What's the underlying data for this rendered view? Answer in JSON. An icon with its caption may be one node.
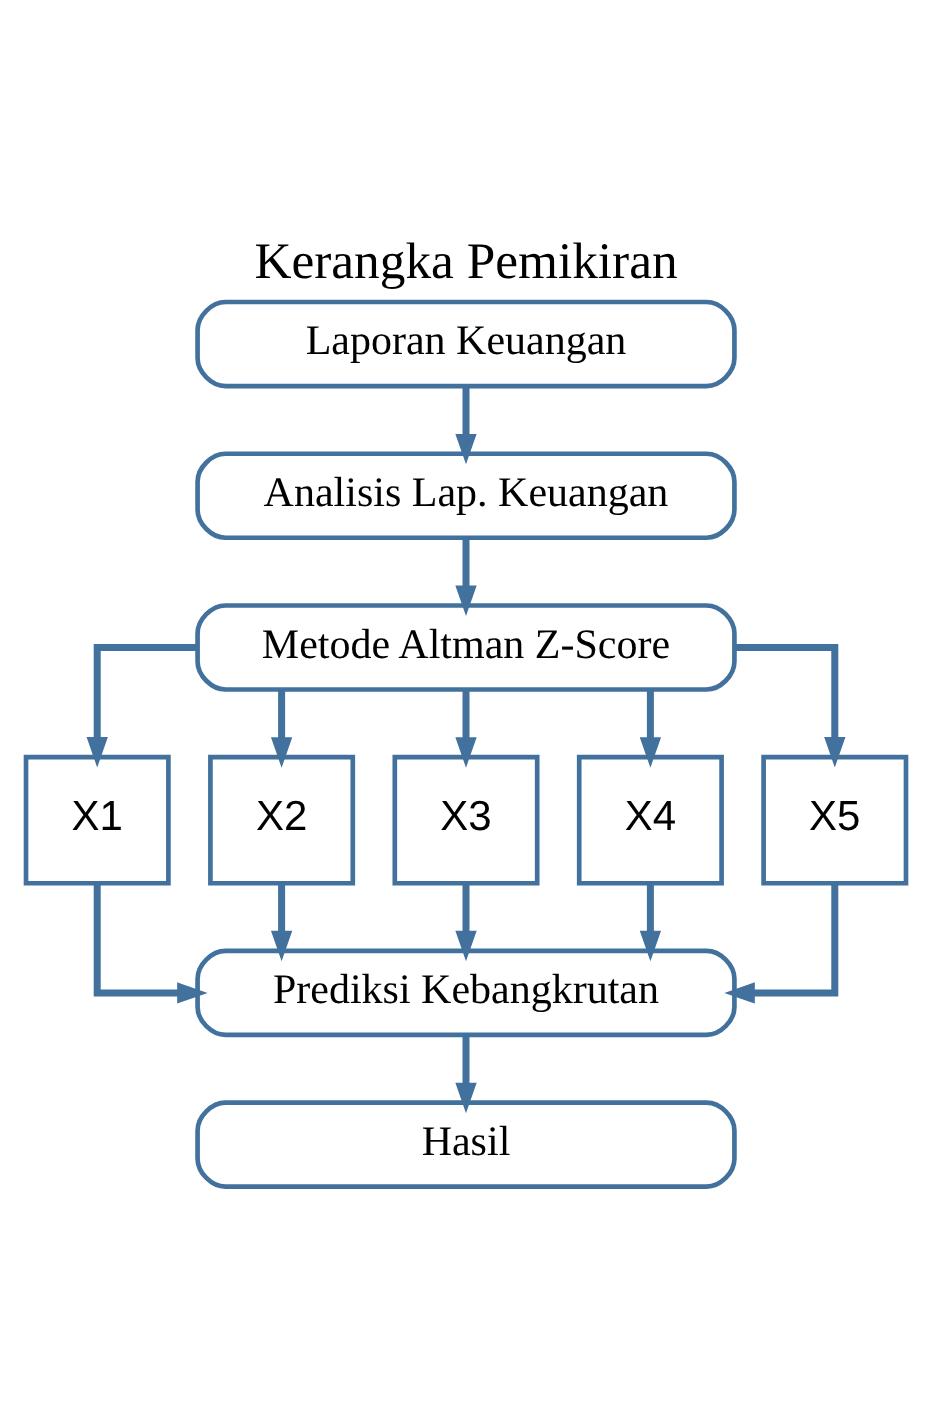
{
  "diagram": {
    "title": "Kerangka Pemikiran",
    "nodes": [
      {
        "text": [
          "Laporan Keuangan"
        ]
      },
      {
        "text": [
          "Analisis Lap. Keuangan"
        ]
      },
      {
        "text": [
          "Metode Altman Z-Score"
        ]
      },
      {
        "text": [
          "X1"
        ]
      },
      {
        "text": [
          "X2"
        ]
      },
      {
        "text": [
          "X3"
        ]
      },
      {
        "text": [
          "X4"
        ]
      },
      {
        "text": [
          "X5"
        ]
      },
      {
        "text": [
          "Prediksi Kebangkrutan"
        ]
      },
      {
        "text": [
          "Hasil"
        ]
      }
    ],
    "edges": [
      {
        "from": 0,
        "to": 1,
        "arrow": "to"
      },
      {
        "from": 1,
        "to": 2,
        "arrow": "to"
      },
      {
        "from": 2,
        "to": 3,
        "arrow": "to"
      },
      {
        "from": 2,
        "to": 4,
        "arrow": "to"
      },
      {
        "from": 2,
        "to": 5,
        "arrow": "to"
      },
      {
        "from": 2,
        "to": 6,
        "arrow": "to"
      },
      {
        "from": 2,
        "to": 7,
        "arrow": "to"
      },
      {
        "from": 3,
        "to": 8,
        "arrow": "to"
      },
      {
        "from": 4,
        "to": 8,
        "arrow": "to"
      },
      {
        "from": 5,
        "to": 8,
        "arrow": "to"
      },
      {
        "from": 6,
        "to": 8,
        "arrow": "to"
      },
      {
        "from": 7,
        "to": 8,
        "arrow": "to"
      },
      {
        "from": 8,
        "to": 9,
        "arrow": "to"
      }
    ]
  }
}
